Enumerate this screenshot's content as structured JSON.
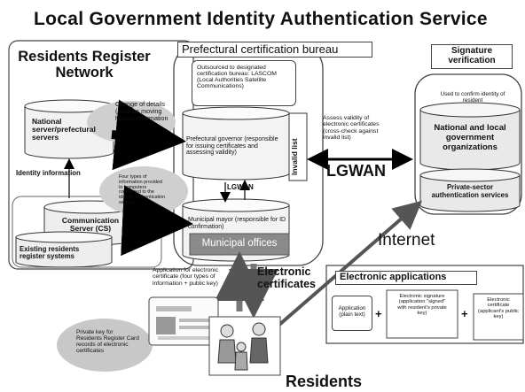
{
  "title": "Local Government Identity Authentication Service",
  "residents_register": {
    "heading_line1": "Residents Register",
    "heading_line2": "Network",
    "national_server_line1": "National",
    "national_server_line2": "server/prefectural",
    "national_server_line3": "servers",
    "identity_information": "Identity information",
    "communication_server_line1": "Communication",
    "communication_server_line2": "Server (CS)",
    "existing_line1": "Existing residents",
    "existing_line2": "register systems",
    "change_of_details_line1": "Change of details",
    "change_of_details_line2": "(such as moving",
    "change_of_details_line3": "house) information",
    "four_types_line1": "Four types of",
    "four_types_line2": "information provided",
    "four_types_line3": "to computers",
    "four_types_line4": "connected to the",
    "four_types_line5": "identity authentication",
    "four_types_line6": "service"
  },
  "prefectural": {
    "heading": "Prefectural certification bureau",
    "outsourced_line1": "Outsourced to designated",
    "outsourced_line2": "certification bureau: LASCOM",
    "outsourced_line3": "(Local Authorities Satellite",
    "outsourced_line4": "Communications)",
    "governor_line1": "Prefectural governor (responsible",
    "governor_line2": "for issuing certificates and",
    "governor_line3": "assessing validity)",
    "invalid_list": "Invalid list",
    "lgwan_small": "LGWAN",
    "mayor_line1": "Municipal mayor (responsible for ID",
    "mayor_line2": "confirmation)",
    "municipal_offices": "Municipal offices"
  },
  "assess_line1": "Assess validity of",
  "assess_line2": "electronic certificates",
  "assess_line3": "(cross-check against",
  "assess_line4": "invalid list)",
  "lgwan_big": "LGWAN",
  "signature": {
    "heading_line1": "Signature",
    "heading_line2": "verification",
    "used_line1": "Used to confirm identity of",
    "used_line2": "resident",
    "national_line1": "National and local",
    "national_line2": "government",
    "national_line3": "organizations",
    "private_line1": "Private-sector",
    "private_line2": "authentication services"
  },
  "internet": "Internet",
  "application_line1": "Application for electronic",
  "application_line2": "certificate (four types of",
  "application_line3": "information + public key)",
  "electronic_certificates_line1": "Electronic",
  "electronic_certificates_line2": "certificates",
  "private_key_line1": "Private key for",
  "private_key_line2": "Residents Register Card",
  "private_key_line3": "records of electronic",
  "private_key_line4": "certificates",
  "residents": "Residents",
  "electronic_applications": {
    "heading": "Electronic applications",
    "app_line1": "Application",
    "app_line2": "(plain text)",
    "plus1": "+",
    "sig_line1": "Electronic signature",
    "sig_line2": "(application \"signed\"",
    "sig_line3": "with resident's private",
    "sig_line4": "key)",
    "plus2": "+",
    "cert_line1": "Electronic",
    "cert_line2": "certificate",
    "cert_line3": "(applicant's public",
    "cert_line4": "key)"
  }
}
